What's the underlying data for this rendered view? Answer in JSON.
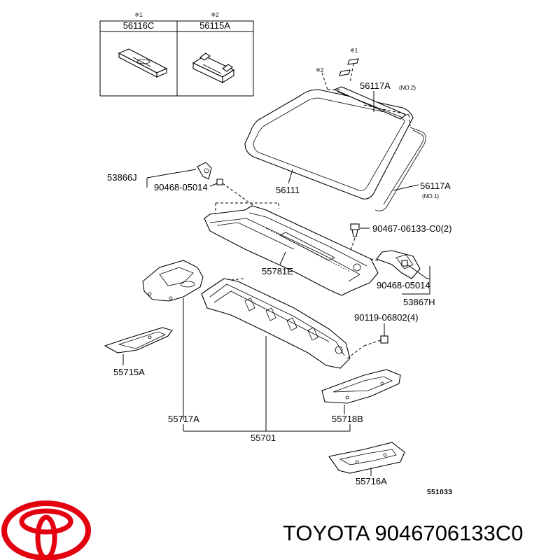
{
  "inset": {
    "left": {
      "note": "※1",
      "part": "56116C"
    },
    "right": {
      "note": "※2",
      "part": "56115A"
    }
  },
  "notes": {
    "n1": "※1",
    "n2": "※2"
  },
  "parts": {
    "p56117A_no2": "56117A",
    "no2": "(NO.2)",
    "p56111": "56111",
    "p56117A_no1": "56117A",
    "no1": "(NO.1)",
    "p53866J": "53866J",
    "p90468_a": "90468-05014",
    "p90467": "90467-06133-C0(2)",
    "p55781E": "55781E",
    "p90468_b": "90468-05014",
    "p53867H": "53867H",
    "p90119": "90119-06802(4)",
    "p55715A": "55715A",
    "p55717A": "55717A",
    "p55718B": "55718B",
    "p55701": "55701",
    "p55716A": "55716A"
  },
  "figure_number": "551033",
  "brand": {
    "logo": "toyota-logo",
    "text": "TOYOTA 9046706133C0",
    "color": "#e3000f"
  }
}
